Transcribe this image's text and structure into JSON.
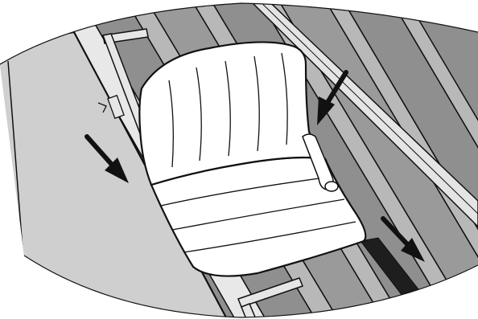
{
  "illustration": {
    "colors": {
      "background": "#ffffff",
      "outline": "#111111",
      "wall_panel": "#cfcfcf",
      "floor_slat": "#8f8f8f",
      "floor_slat_alt": "#9a9a9a",
      "floor_gap": "#b8b8b8",
      "rail": "#e4e4e4",
      "seat_cushion": "#ffffff",
      "strap": "#1e1e1e",
      "arrow": "#111111"
    },
    "arrows": [
      {
        "name": "arrow-lower-left",
        "direction": "down-right"
      },
      {
        "name": "arrow-upper-right",
        "direction": "down-left"
      },
      {
        "name": "arrow-lower-right",
        "direction": "down-right"
      }
    ]
  }
}
